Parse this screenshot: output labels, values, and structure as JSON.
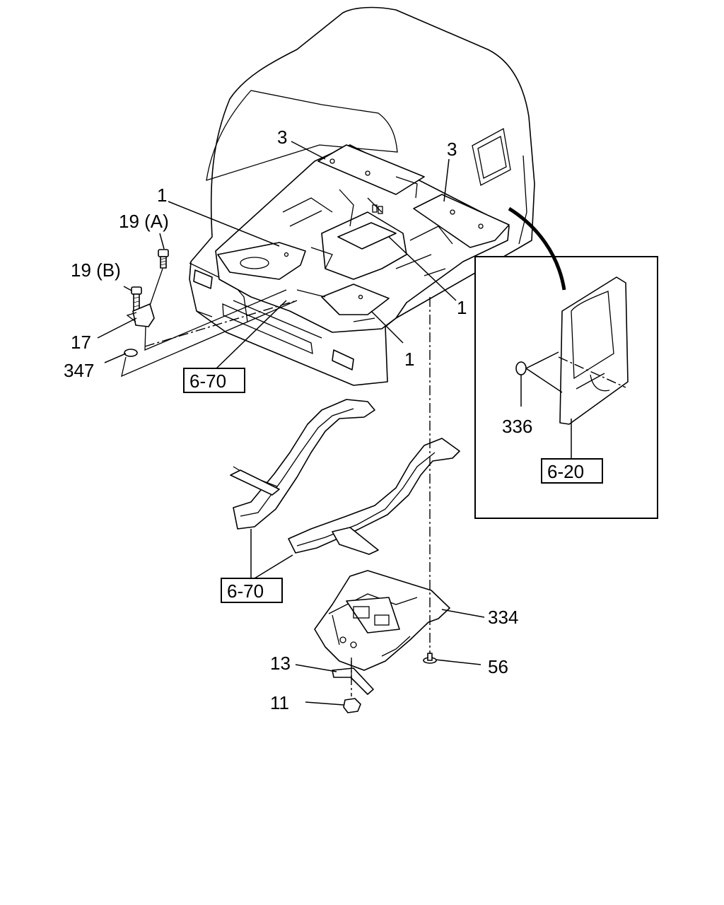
{
  "labels": {
    "p3a": "3",
    "p3b": "3",
    "p1a": "1",
    "p1b": "1",
    "p1c": "1",
    "p19a": "19 (A)",
    "p19b": "19 (B)",
    "p17": "17",
    "p347": "347",
    "p336": "336",
    "p334": "334",
    "p56": "56",
    "p13": "13",
    "p11": "11"
  },
  "refs": {
    "r670a": "6-70",
    "r670b": "6-70",
    "r620": "6-20"
  }
}
